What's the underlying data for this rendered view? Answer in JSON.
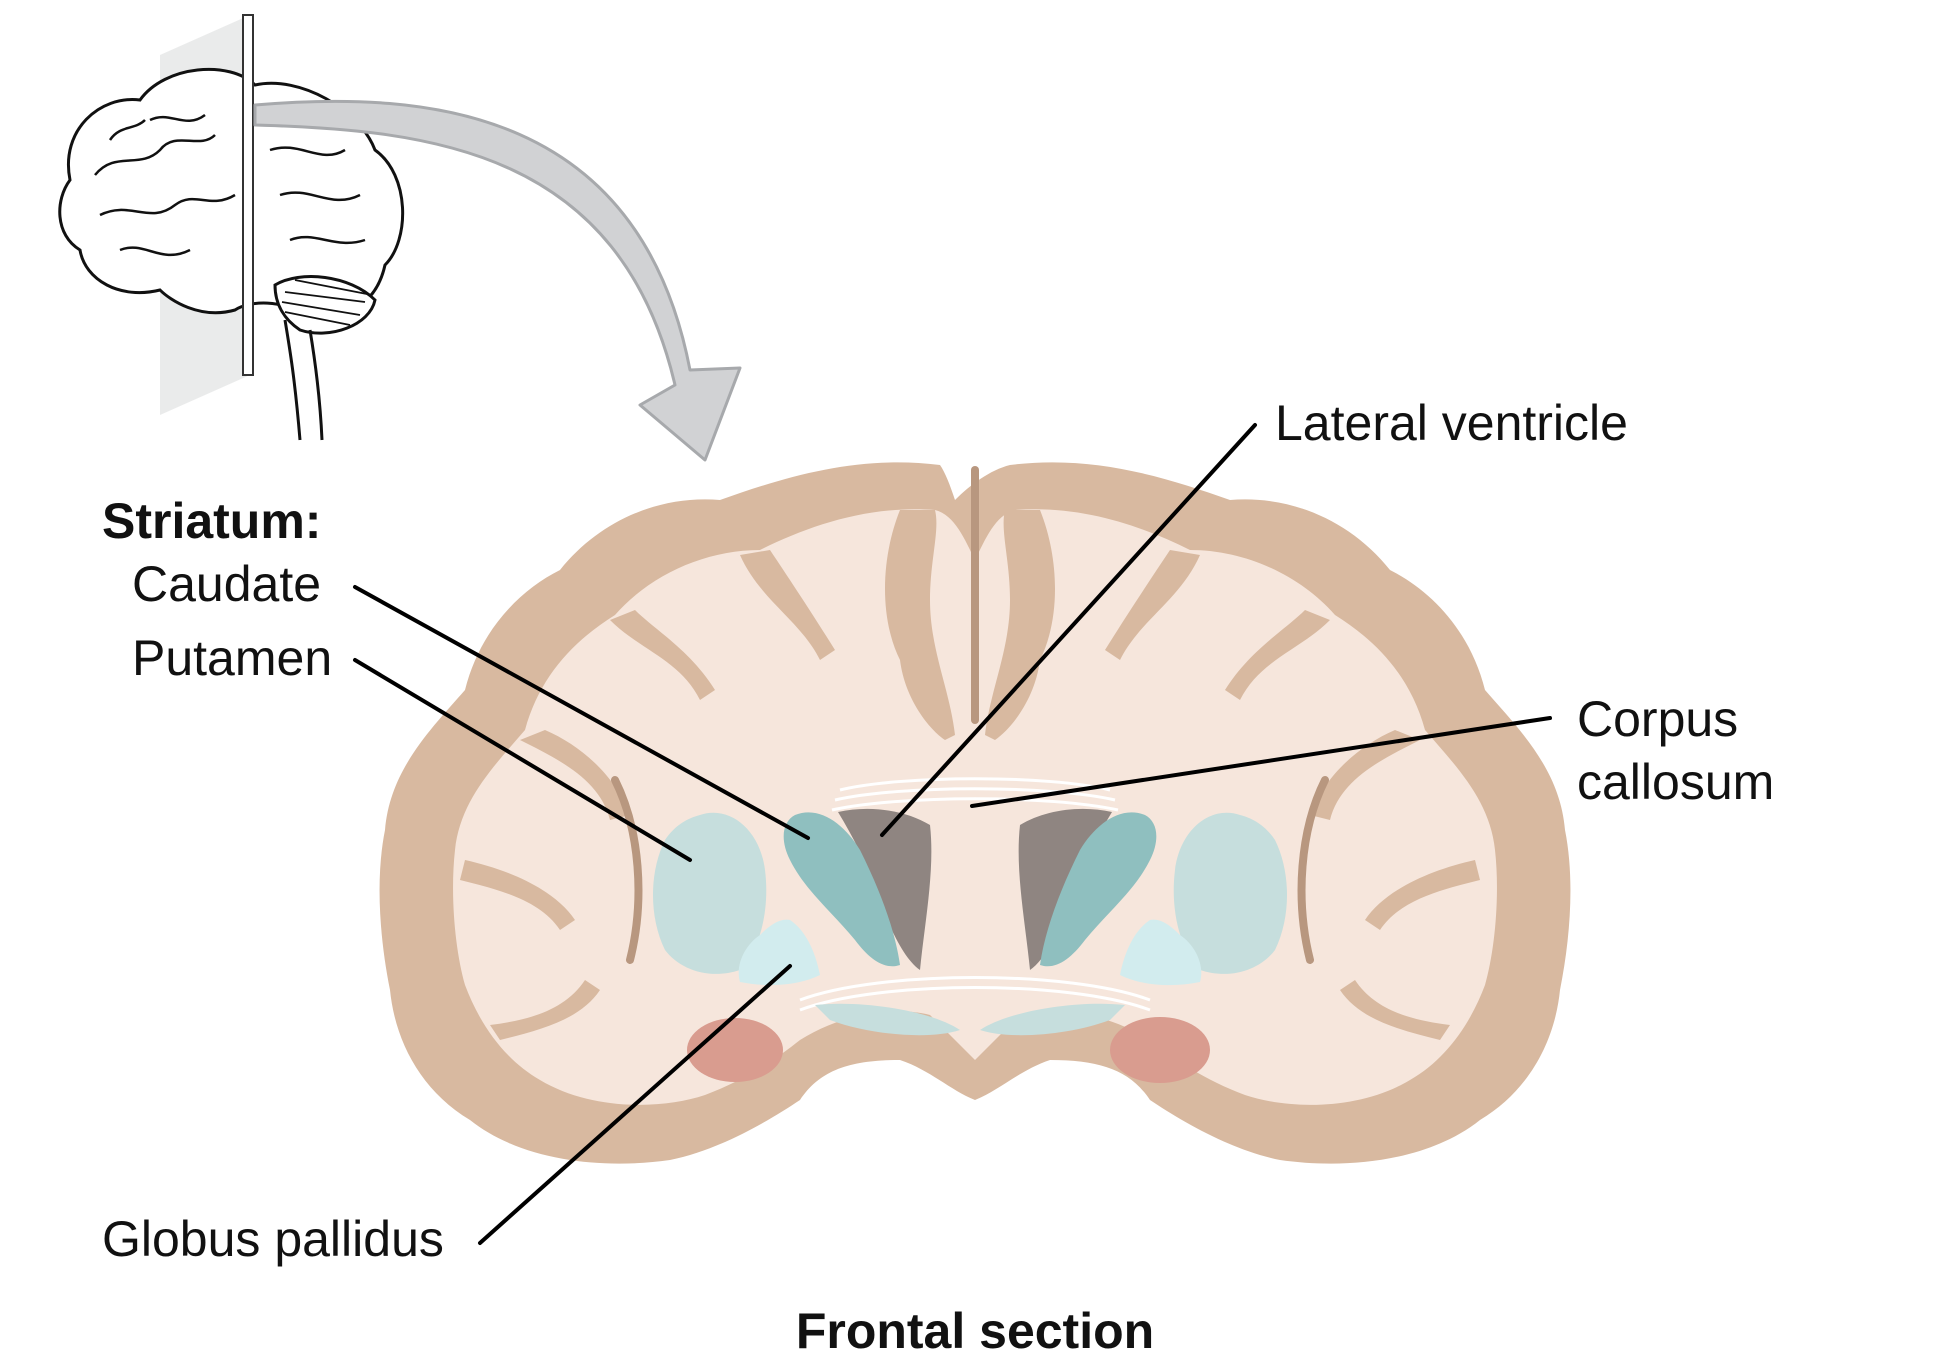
{
  "labels": {
    "striatum_heading": "Striatum:",
    "caudate": "Caudate",
    "putamen": "Putamen",
    "globus_pallidus": "Globus pallidus",
    "lateral_ventricle": "Lateral ventricle",
    "corpus_callosum_line1": "Corpus",
    "corpus_callosum_line2": "callosum",
    "caption": "Frontal section"
  },
  "colors": {
    "gray_matter": "#d8b9a0",
    "white_matter": "#f6e6dc",
    "sulcus": "#b8977f",
    "caudate": "#8fbfbf",
    "putamen": "#c6dedd",
    "globus_pallidus": "#d2ecee",
    "ventricle": "#8f8581",
    "amygdala": "#d99c8f",
    "arrow": "#cfd0d2"
  }
}
